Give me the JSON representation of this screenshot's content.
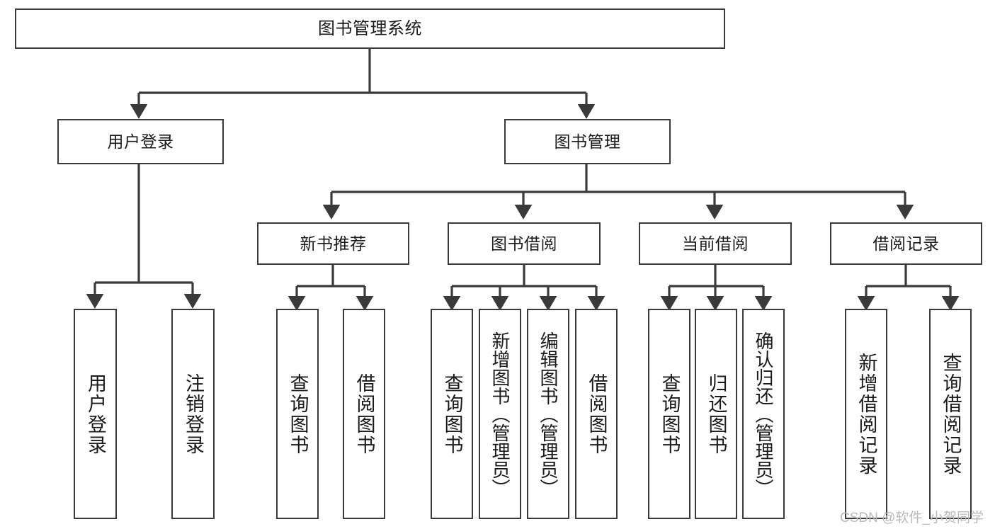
{
  "diagram": {
    "title": "图书管理系统",
    "type": "tree",
    "root": {
      "id": "root",
      "label": "图书管理系统"
    },
    "levels": [
      {
        "name": "level-1",
        "nodes": [
          {
            "id": "user-login",
            "label": "用户登录"
          },
          {
            "id": "book-manage",
            "label": "图书管理"
          }
        ]
      },
      {
        "name": "level-2",
        "nodes": [
          {
            "id": "new-book-recommend",
            "label": "新书推荐"
          },
          {
            "id": "book-borrow",
            "label": "图书借阅"
          },
          {
            "id": "current-borrow",
            "label": "当前借阅"
          },
          {
            "id": "borrow-record",
            "label": "借阅记录"
          }
        ]
      },
      {
        "name": "level-3",
        "nodes": [
          {
            "id": "leaf-user-login",
            "label": "用户登录",
            "parent": "user-login"
          },
          {
            "id": "leaf-logout",
            "label": "注销登录",
            "parent": "user-login"
          },
          {
            "id": "leaf-query-book-1",
            "label": "查询图书",
            "parent": "new-book-recommend"
          },
          {
            "id": "leaf-borrow-book-1",
            "label": "借阅图书",
            "parent": "new-book-recommend"
          },
          {
            "id": "leaf-query-book-2",
            "label": "查询图书",
            "parent": "book-borrow"
          },
          {
            "id": "leaf-add-book",
            "label": "新增图书（管理员）",
            "parent": "book-borrow"
          },
          {
            "id": "leaf-edit-book",
            "label": "编辑图书（管理员）",
            "parent": "book-borrow"
          },
          {
            "id": "leaf-borrow-book-2",
            "label": "借阅图书",
            "parent": "book-borrow"
          },
          {
            "id": "leaf-query-book-3",
            "label": "查询图书",
            "parent": "current-borrow"
          },
          {
            "id": "leaf-return-book",
            "label": "归还图书",
            "parent": "current-borrow"
          },
          {
            "id": "leaf-confirm-return",
            "label": "确认归还（管理员）",
            "parent": "current-borrow"
          },
          {
            "id": "leaf-add-record",
            "label": "新增借阅记录",
            "parent": "borrow-record"
          },
          {
            "id": "leaf-query-record",
            "label": "查询借阅记录",
            "parent": "borrow-record"
          }
        ]
      }
    ],
    "colors": {
      "box_border": "#3a3a3a",
      "box_fill": "#ffffff",
      "connector": "#3a3a3a",
      "text": "#1a1a1a",
      "watermark": "#b9b9b9",
      "background": "#ffffff"
    }
  },
  "watermark": {
    "text": "CSDN @软件_小贺同学"
  }
}
